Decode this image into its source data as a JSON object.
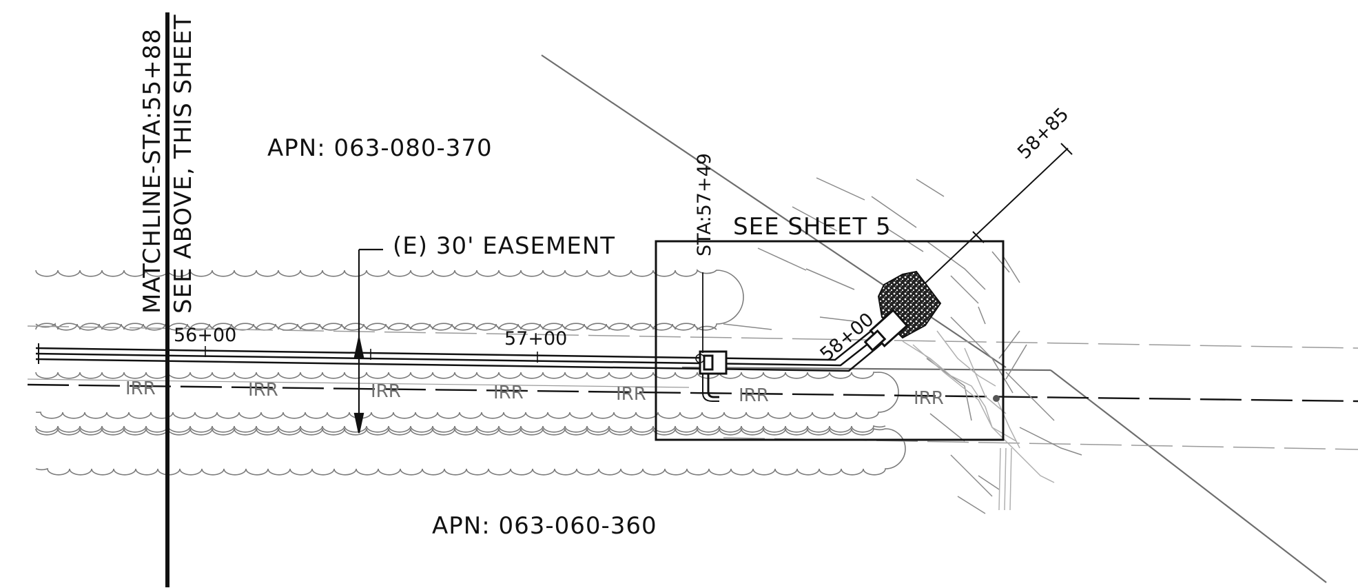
{
  "labels": {
    "matchline_station": "MATCHLINE-STA:55+88",
    "matchline_note": "SEE ABOVE, THIS SHEET",
    "apn_north": "APN: 063-080-370",
    "apn_south": "APN: 063-060-360",
    "easement": "(E) 30' EASEMENT",
    "see_sheet": "SEE SHEET 5",
    "sta_5749": "STA:57+49"
  },
  "stations": [
    "56+00",
    "57+00",
    "58+00",
    "58+85"
  ],
  "irr_label": "IRR",
  "colors": {
    "linework": "#111111",
    "gray_line": "#6e6e6e",
    "light_gray": "#a8a8a8",
    "irr_text": "#6e6e6e"
  }
}
